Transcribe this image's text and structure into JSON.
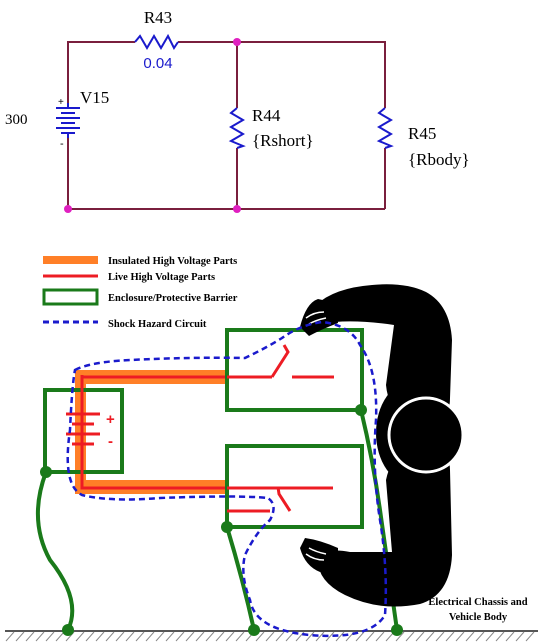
{
  "schematic": {
    "resistor_series": {
      "ref": "R43",
      "value": "0.04"
    },
    "source": {
      "ref": "V15",
      "value": "300"
    },
    "resistor_short": {
      "ref": "R44",
      "value": "{Rshort}"
    },
    "resistor_body": {
      "ref": "R45",
      "value": "{Rbody}"
    }
  },
  "legend": {
    "insulated": "Insulated High Voltage Parts",
    "live": "Live High Voltage Parts",
    "enclosure": "Enclosure/Protective Barrier",
    "shock": "Shock Hazard Circuit"
  },
  "battery_polarity": {
    "plus": "+",
    "minus": "-"
  },
  "ground_label": {
    "line1": "Electrical Chassis and",
    "line2": "Vehicle Body"
  },
  "colors": {
    "wire": "#7a1f3d",
    "resistor": "#1a1acc",
    "node": "#e020c0",
    "insulated": "#ff7f27",
    "live": "#ed1c24",
    "enclosure": "#1a7a1a",
    "shock": "#1a1acc",
    "person": "#000000"
  }
}
